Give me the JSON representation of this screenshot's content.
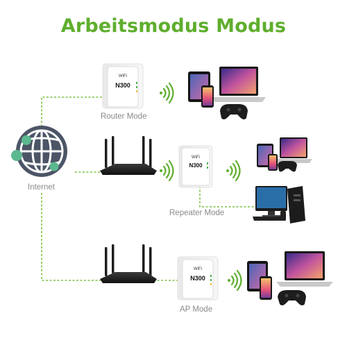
{
  "title": "Arbeitsmodus Modus",
  "labels": {
    "internet": "Internet",
    "router_mode": "Router Mode",
    "repeater_mode": "Repeater Mode",
    "ap_mode": "AP Mode"
  },
  "device_text": {
    "wifi_logo": "WiFi",
    "brand": "N300"
  },
  "colors": {
    "title": "#5fae2e",
    "connector": "#7cc242",
    "wifi_waves": "#5fae2e",
    "globe": "#4c5566",
    "globe_nodes": "#5cb88f",
    "router_body": "#1e1e1e"
  }
}
